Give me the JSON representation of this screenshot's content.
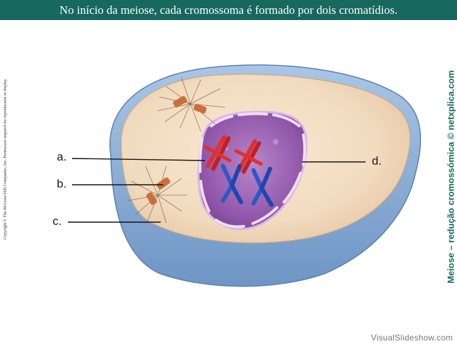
{
  "header": {
    "title": "No início da meiose, cada cromossoma é formado por dois cromatídios."
  },
  "copyright": "Copyright © The McGraw-Hill Companies, Inc. Permission required for reproduction or display.",
  "side_caption": "Meiose – redução cromossómica © netxplica.com",
  "watermark": "VisualSlideshow.com",
  "labels": {
    "a": "a.",
    "b": "b.",
    "c": "c.",
    "d": "d."
  },
  "colors": {
    "header_bg": "#17685f",
    "cell_membrane": "#8fb2d8",
    "cytoplasm": "#f3dfc4",
    "nucleoplasm": "#9a62b2",
    "chromosome_maternal": "#e03030",
    "chromosome_paternal": "#2c58c8",
    "centrosome": "#c8703c"
  }
}
